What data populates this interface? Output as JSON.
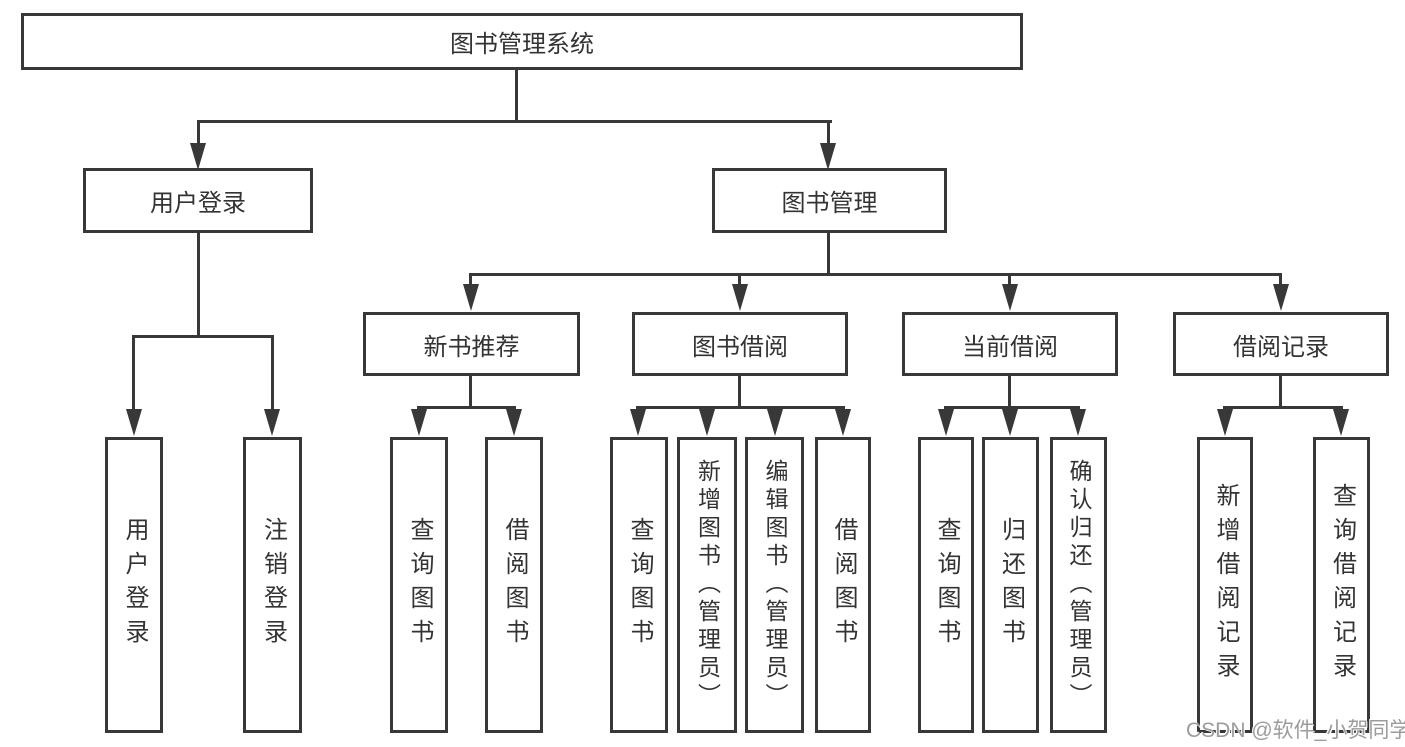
{
  "nodes": {
    "root": "图书管理系统",
    "l2": [
      "用户登录",
      "图书管理"
    ],
    "l3": [
      "新书推荐",
      "图书借阅",
      "当前借阅",
      "借阅记录"
    ],
    "leaves": [
      "用户登录",
      "注销登录",
      "查询图书",
      "借阅图书",
      "查询图书",
      "新增图书（管理员）",
      "编辑图书（管理员）",
      "借阅图书",
      "查询图书",
      "归还图书",
      "确认归还（管理员）",
      "新增借阅记录",
      "查询借阅记录"
    ]
  },
  "watermark": "CSDN @软件_小贺同学",
  "colors": {
    "line": "#383838",
    "text": "#333333",
    "watermark": "#9c9c9c"
  }
}
